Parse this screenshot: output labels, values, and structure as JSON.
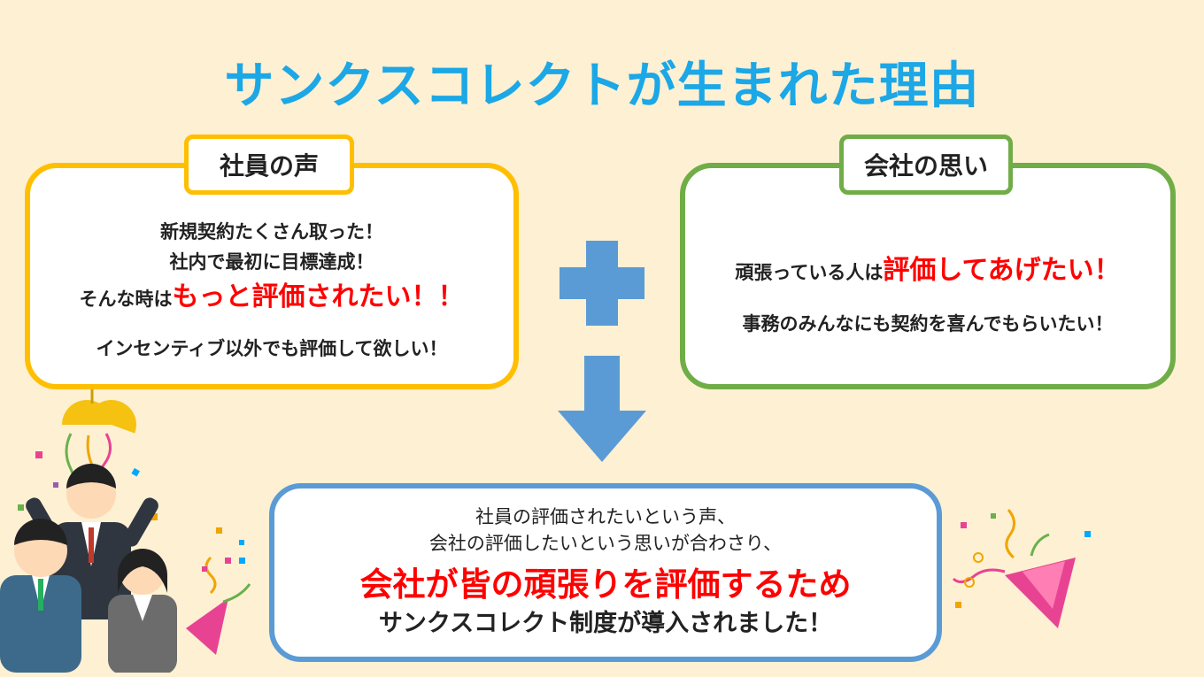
{
  "title": "サンクスコレクトが生まれた理由",
  "left": {
    "tab": "社員の声",
    "line1": "新規契約たくさん取った！",
    "line2": "社内で最初に目標達成！",
    "line3_prefix": "そんな時は",
    "line3_highlight": "もっと評価されたい！！",
    "line4": "インセンティブ以外でも評価して欲しい！"
  },
  "right": {
    "tab": "会社の思い",
    "line1_prefix": "頑張っている人は",
    "line1_highlight": "評価してあげたい！",
    "line2": "事務のみんなにも契約を喜んでもらいたい！"
  },
  "bottom": {
    "line1": "社員の評価されたいという声、",
    "line2": "会社の評価したいという思いが合わさり、",
    "line3": "会社が皆の頑張りを評価するため",
    "line4": "サンクスコレクト制度が導入されました！"
  },
  "colors": {
    "background": "#fdf0d3",
    "title": "#1ca7e6",
    "left_border": "#ffbf00",
    "right_border": "#70ad47",
    "bottom_border": "#5b9bd5",
    "highlight": "#ff0000",
    "arrow": "#5b9bd5"
  },
  "icons": [
    "plus-icon",
    "arrow-down-icon",
    "celebrating-people-illustration",
    "party-popper-icon",
    "confetti-icon"
  ]
}
